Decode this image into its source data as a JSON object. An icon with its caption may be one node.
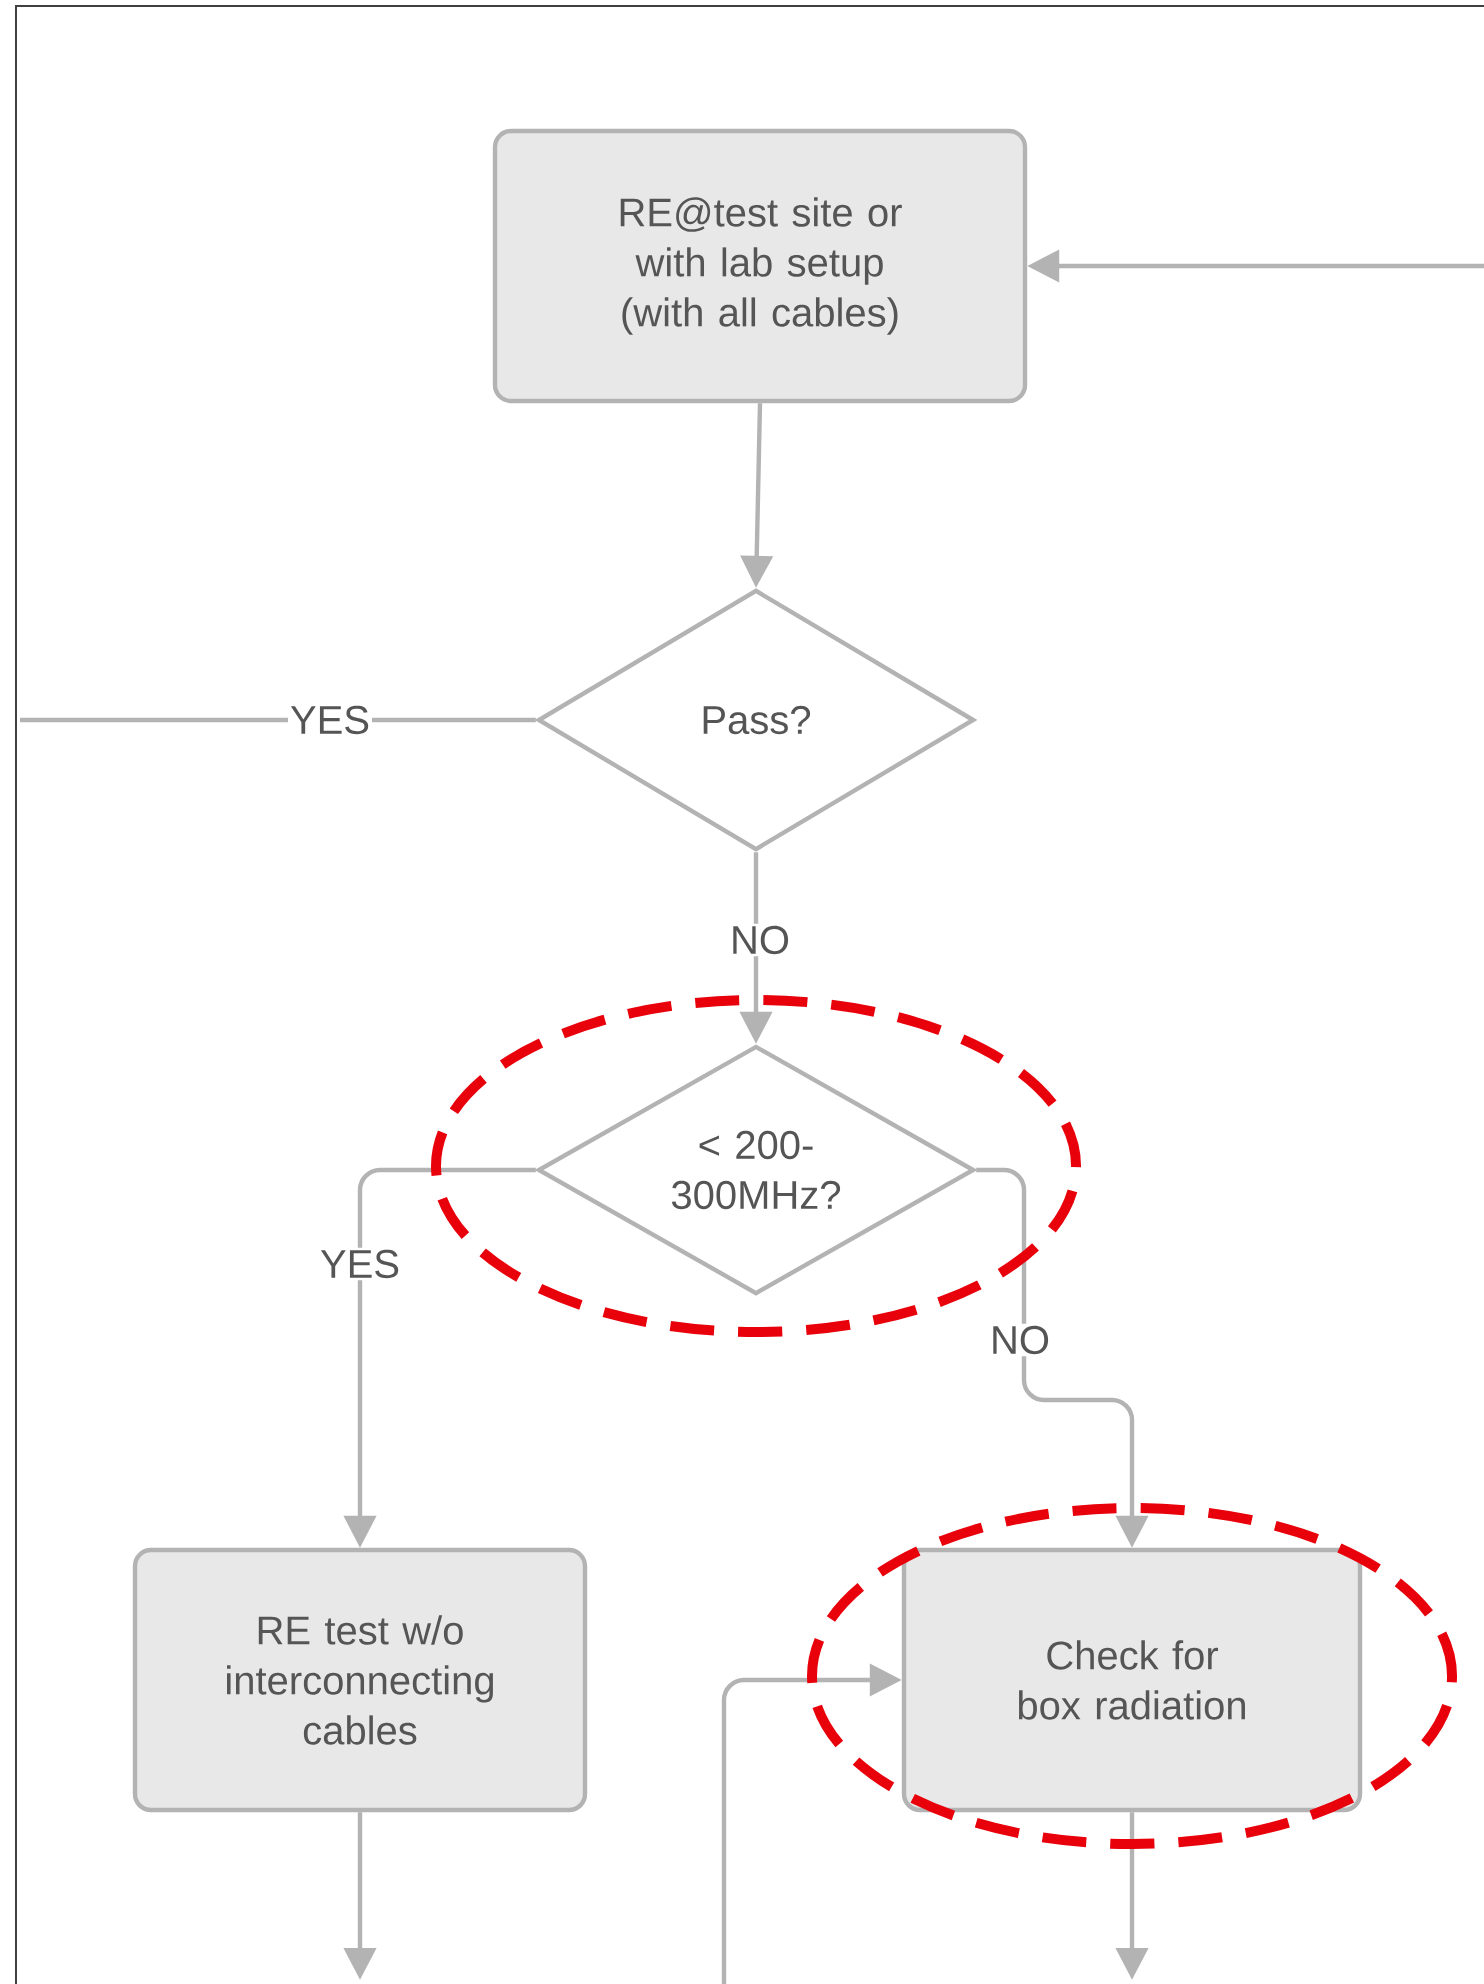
{
  "diagram": {
    "nodes": [
      {
        "text": [
          "RE@test site or with lab setup (with all cables)"
        ]
      },
      {
        "text": [
          "Pass?"
        ]
      },
      {
        "text": [
          "< 200-300MHz?"
        ]
      },
      {
        "text": [
          "RE test w/o interconnecting cables"
        ]
      },
      {
        "text": [
          "Check for box radiation"
        ]
      }
    ],
    "edges": [
      {
        "from": null,
        "to": 0,
        "arrow": "to"
      },
      {
        "from": 0,
        "to": 1,
        "arrow": "to"
      },
      {
        "from": 1,
        "to": null,
        "arrow": "none",
        "label": "YES"
      },
      {
        "from": 1,
        "to": 2,
        "arrow": "to",
        "label": "NO"
      },
      {
        "from": 2,
        "to": 3,
        "arrow": "to",
        "label": "YES"
      },
      {
        "from": 2,
        "to": 4,
        "arrow": "to",
        "label": "NO"
      },
      {
        "from": 3,
        "to": null,
        "arrow": "to"
      },
      {
        "from": 4,
        "to": null,
        "arrow": "to"
      },
      {
        "from": null,
        "to": 4,
        "arrow": "to"
      }
    ]
  }
}
